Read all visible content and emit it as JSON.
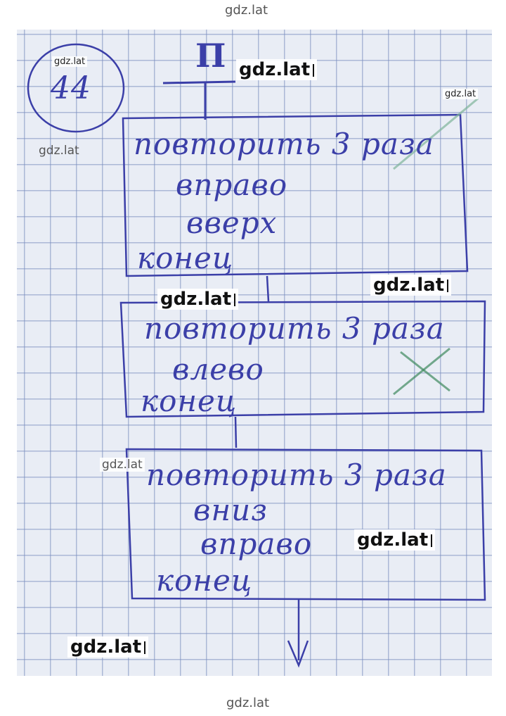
{
  "watermark": "gdz.lat",
  "exercise_number": "44",
  "start_label": "П",
  "blocks": [
    {
      "lines": [
        "повторить 3 раза",
        "вправо",
        "вверх",
        "конец"
      ]
    },
    {
      "lines": [
        "повторить 3 раза",
        "влево",
        "конец"
      ]
    },
    {
      "lines": [
        "повторить 3 раза",
        "вниз",
        "вправо",
        "конец"
      ]
    }
  ],
  "colors": {
    "ink": "#3b3fa8",
    "grid": "#788cbe",
    "paper": "#e9edf5"
  }
}
